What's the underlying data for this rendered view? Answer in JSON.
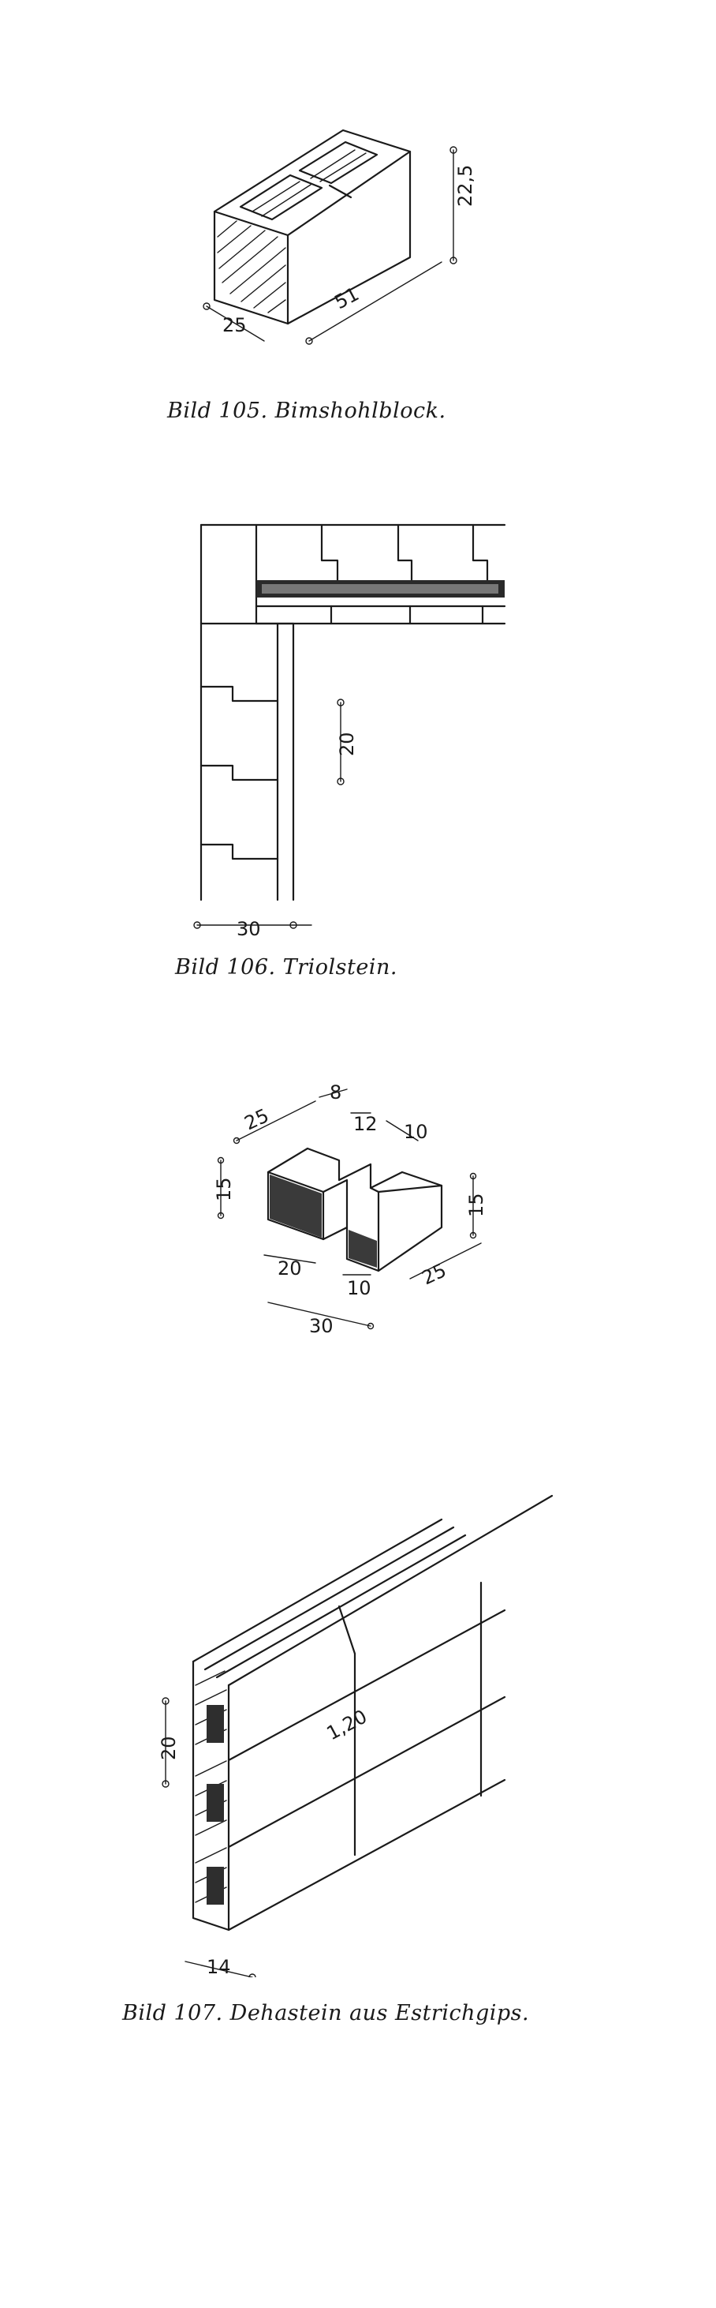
{
  "page": {
    "background": "#ffffff",
    "ink": "#1a1a1a"
  },
  "figures": [
    {
      "caption": "Bild 105. Bimshohlblock.",
      "dimensions": {
        "width": "25",
        "length": "51",
        "height": "22,5"
      }
    },
    {
      "caption": "Bild 106.   Triolstein.",
      "dimensions": {
        "course": "20",
        "thickness": "30"
      }
    },
    {
      "caption": "",
      "dimensions": {
        "a": "25",
        "b": "8",
        "c": "12",
        "d": "10",
        "e": "15",
        "f": "15",
        "g": "25",
        "h": "20",
        "i": "10",
        "j": "30"
      }
    },
    {
      "caption": "Bild 107. Dehastein aus Estrichgips.",
      "dimensions": {
        "height": "20",
        "length": "1,20",
        "thickness": "14"
      }
    }
  ]
}
